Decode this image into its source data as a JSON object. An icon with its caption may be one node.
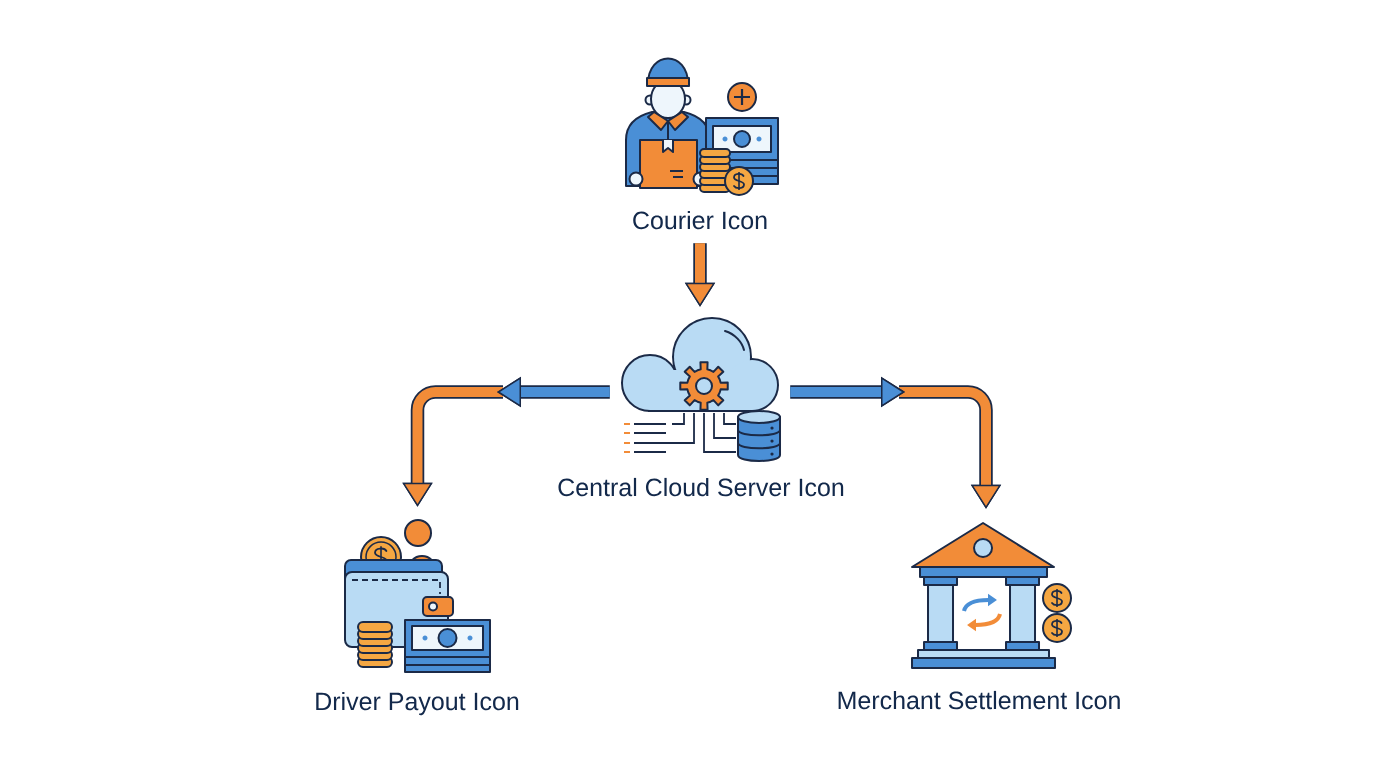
{
  "diagram": {
    "nodes": [
      {
        "text": [
          "Courier Icon"
        ]
      },
      {
        "text": [
          "Central Cloud Server Icon"
        ]
      },
      {
        "text": [
          "Driver Payout Icon"
        ]
      },
      {
        "text": [
          "Merchant Settlement Icon"
        ]
      }
    ],
    "edges": [
      {
        "from": 0,
        "to": 1,
        "arrow": "to"
      },
      {
        "from": 1,
        "to": 2,
        "arrow": "to"
      },
      {
        "from": 1,
        "to": 3,
        "arrow": "to"
      }
    ]
  }
}
